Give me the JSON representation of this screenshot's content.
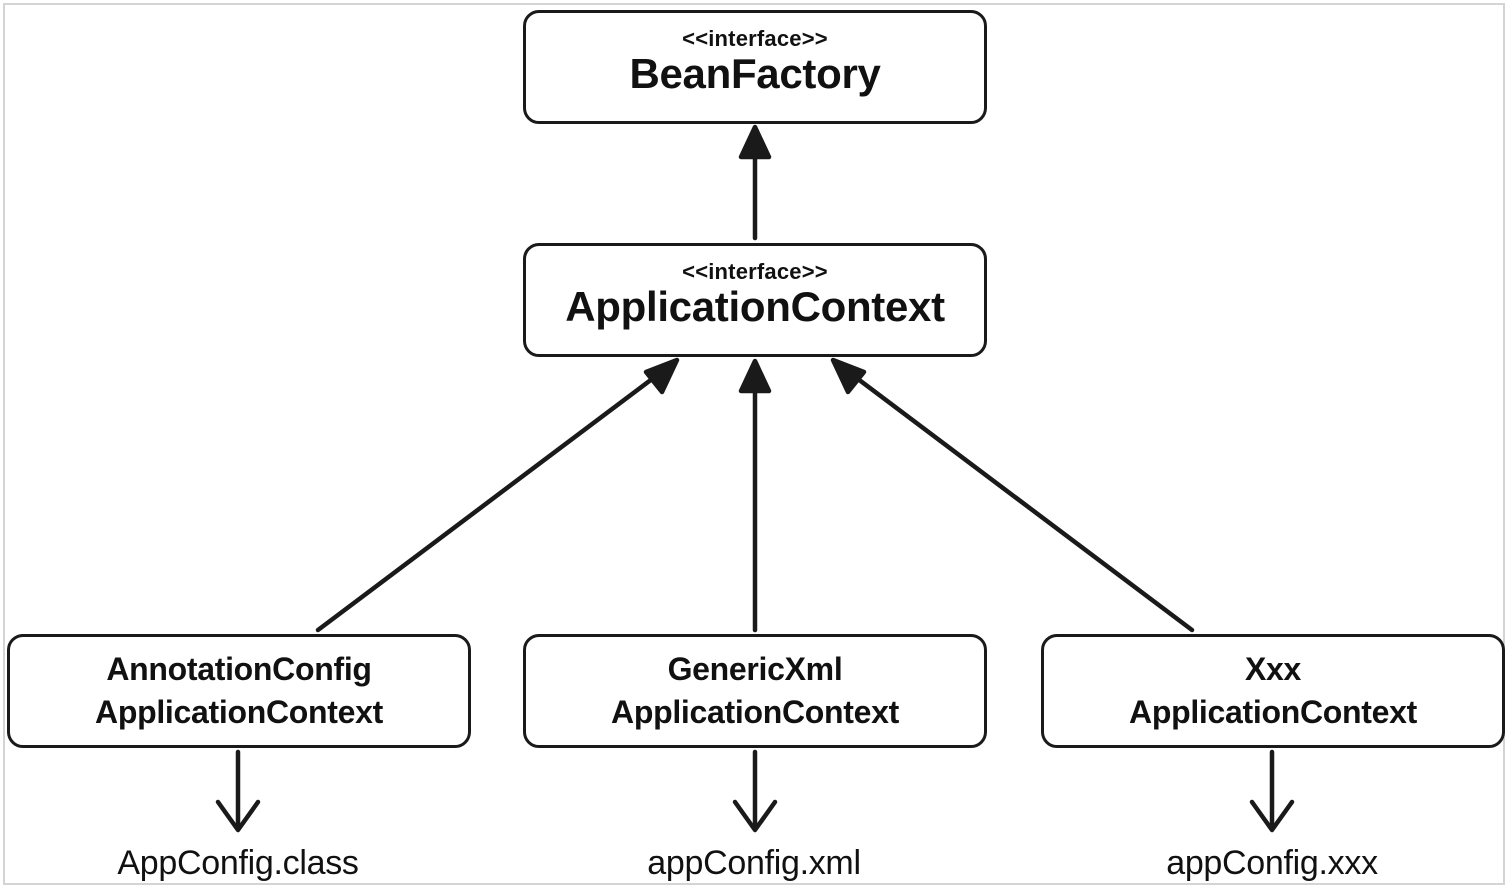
{
  "colors": {
    "ink": "#1a1a1a",
    "frame": "#d4d4d4",
    "background": "#ffffff"
  },
  "boxes": {
    "bean_factory": {
      "stereotype": "<<interface>>",
      "name": "BeanFactory"
    },
    "application_context": {
      "stereotype": "<<interface>>",
      "name": "ApplicationContext"
    },
    "annotation_config": {
      "line1": "AnnotationConfig",
      "line2": "ApplicationContext"
    },
    "generic_xml": {
      "line1": "GenericXml",
      "line2": "ApplicationContext"
    },
    "xxx": {
      "line1": "Xxx",
      "line2": "ApplicationContext"
    }
  },
  "config_sources": {
    "annotation": "AppConfig.class",
    "xml": "appConfig.xml",
    "xxx": "appConfig.xxx"
  },
  "relations": [
    {
      "from": "application_context",
      "to": "bean_factory",
      "type": "extends"
    },
    {
      "from": "annotation_config",
      "to": "application_context",
      "type": "implements"
    },
    {
      "from": "generic_xml",
      "to": "application_context",
      "type": "implements"
    },
    {
      "from": "xxx",
      "to": "application_context",
      "type": "implements"
    },
    {
      "from": "annotation_config",
      "to": "annotation",
      "type": "uses"
    },
    {
      "from": "generic_xml",
      "to": "xml",
      "type": "uses"
    },
    {
      "from": "xxx",
      "to": "xxx",
      "type": "uses"
    }
  ]
}
